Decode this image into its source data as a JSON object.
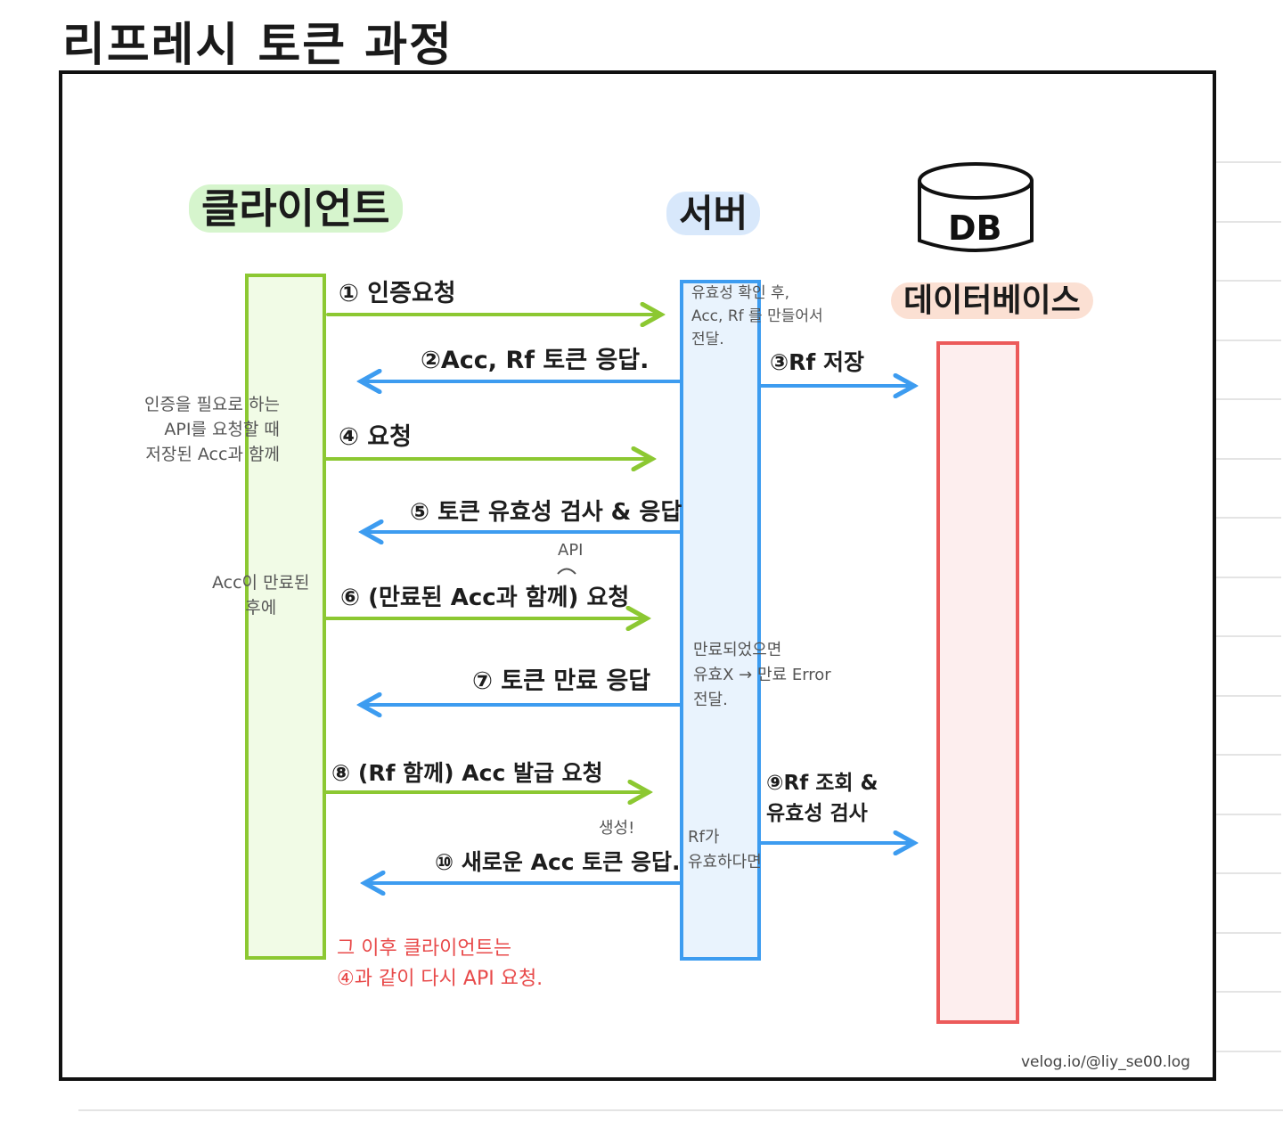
{
  "title": "리프레시 토큰 과정",
  "participants": {
    "client": "클라이언트",
    "server": "서버",
    "db_icon": "DB",
    "db": "데이터베이스"
  },
  "colors": {
    "client": "#8cc832",
    "server": "#3d9cf0",
    "database": "#ec5a5a",
    "note_red": "#e84a4a"
  },
  "messages": [
    {
      "num": "①",
      "label": "인증요청",
      "from": "client",
      "to": "server"
    },
    {
      "num": "②",
      "label": "Acc, Rf 토큰 응답.",
      "from": "server",
      "to": "client"
    },
    {
      "num": "③",
      "label": "Rf 저장",
      "from": "server",
      "to": "db"
    },
    {
      "num": "④",
      "label": "요청",
      "from": "client",
      "to": "server"
    },
    {
      "num": "⑤",
      "label": "토큰 유효성 검사 & 응답",
      "from": "server",
      "to": "client"
    },
    {
      "num": "⑥",
      "label": "(만료된 Acc과 함께) 요청",
      "from": "client",
      "to": "server"
    },
    {
      "num": "⑦",
      "label": "토큰 만료 응답",
      "from": "server",
      "to": "client"
    },
    {
      "num": "⑧",
      "label": "(Rf 함께) Acc 발급 요청",
      "from": "client",
      "to": "server"
    },
    {
      "num": "⑨",
      "label": "Rf 조회 &\n유효성 검사",
      "from": "server",
      "to": "db"
    },
    {
      "num": "⑩",
      "label": "새로운 Acc 토큰 응답.",
      "from": "server",
      "to": "client"
    }
  ],
  "notes": {
    "server_check": "유효성 확인 후,\nAcc, Rf 를 만들어서\n전달.",
    "client_api": "인증을 필요로 하는\nAPI를 요청할 때\n저장된 Acc과 함께",
    "api_caret": "API",
    "acc_expired": "Acc이 만료된\n후에",
    "expired_error": "만료되었으면\n유효X → 만료 Error\n전달.",
    "created": "생성!",
    "rf_valid": "Rf가\n유효하다면",
    "after": "그 이후 클라이언트는\n④과 같이 다시 API 요청."
  },
  "watermark": "velog.io/@liy_se00.log"
}
